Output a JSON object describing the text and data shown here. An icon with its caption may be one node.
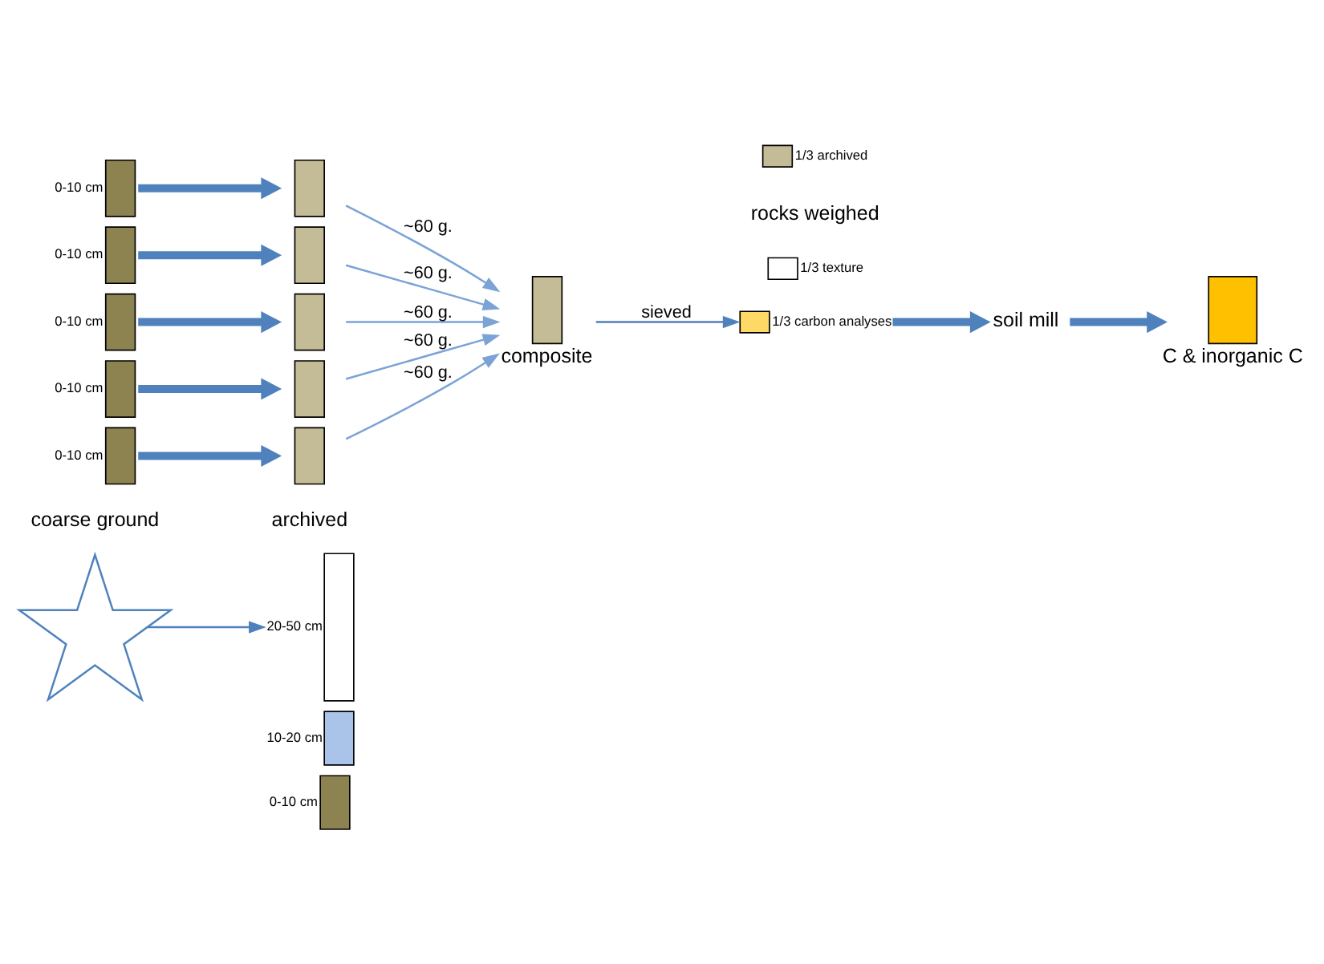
{
  "diagram": {
    "nodes": [
      {
        "text": [],
        "shape": "box",
        "beside": [
          "0-10 cm"
        ]
      },
      {
        "text": [],
        "shape": "box",
        "beside": [
          "10-20 cm"
        ]
      },
      {
        "text": [],
        "shape": "box",
        "beside": [
          "20-50 cm"
        ]
      },
      {
        "text": [],
        "shape": "star"
      },
      {
        "text": [],
        "shape": "box",
        "beside": [
          "0-10 cm"
        ]
      },
      {
        "text": [],
        "shape": "box",
        "beside": [
          "0-10 cm"
        ]
      },
      {
        "text": [],
        "shape": "box",
        "beside": [
          "0-10 cm"
        ]
      },
      {
        "text": [],
        "shape": "box",
        "beside": [
          "0-10 cm"
        ]
      },
      {
        "text": [],
        "shape": "box",
        "beside": [
          "0-10 cm"
        ]
      },
      {
        "text": [],
        "shape": "box"
      },
      {
        "text": [],
        "shape": "box"
      },
      {
        "text": [],
        "shape": "box"
      },
      {
        "text": [],
        "shape": "box"
      },
      {
        "text": [],
        "shape": "box"
      },
      {
        "text": [],
        "shape": "box",
        "beside": [
          "composite"
        ]
      },
      {
        "text": [],
        "shape": "box",
        "beside": [
          "1/3 texture"
        ]
      },
      {
        "text": [],
        "shape": "box",
        "beside": [
          "1/3 carbon analyses"
        ]
      },
      {
        "text": [],
        "shape": "box",
        "beside": [
          "1/3 archived"
        ]
      },
      {
        "text": [
          "soil mill"
        ]
      },
      {
        "text": [],
        "shape": "box",
        "beside": [
          "C & inorganic C"
        ]
      }
    ],
    "edges": [
      {
        "from": 3,
        "to": 2,
        "arrow": "to"
      },
      {
        "from": 4,
        "to": 9,
        "arrow": "to",
        "style": "thick"
      },
      {
        "from": 5,
        "to": 10,
        "arrow": "to",
        "style": "thick"
      },
      {
        "from": 6,
        "to": 11,
        "arrow": "to",
        "style": "thick"
      },
      {
        "from": 7,
        "to": 12,
        "arrow": "to",
        "style": "thick"
      },
      {
        "from": 8,
        "to": 13,
        "arrow": "to",
        "style": "thick"
      },
      {
        "from": 9,
        "to": 14,
        "arrow": "to",
        "label": "~60 g.",
        "color": "#7ba3d6"
      },
      {
        "from": 10,
        "to": 14,
        "arrow": "to",
        "label": "~60 g.",
        "color": "#7ba3d6"
      },
      {
        "from": 11,
        "to": 14,
        "arrow": "to",
        "label": "~60 g.",
        "color": "#7ba3d6"
      },
      {
        "from": 12,
        "to": 14,
        "arrow": "to",
        "label": "~60 g.",
        "color": "#7ba3d6"
      },
      {
        "from": 13,
        "to": 14,
        "arrow": "to",
        "label": "~60 g.",
        "color": "#7ba3d6"
      },
      {
        "from": 14,
        "to": 16,
        "arrow": "to",
        "label": "sieved"
      },
      {
        "from": 16,
        "to": 18,
        "arrow": "to",
        "style": "thick"
      },
      {
        "from": 18,
        "to": 19,
        "arrow": "to",
        "style": "thick"
      }
    ],
    "labels": [
      "coarse ground",
      "archived",
      "rocks weighed"
    ]
  }
}
